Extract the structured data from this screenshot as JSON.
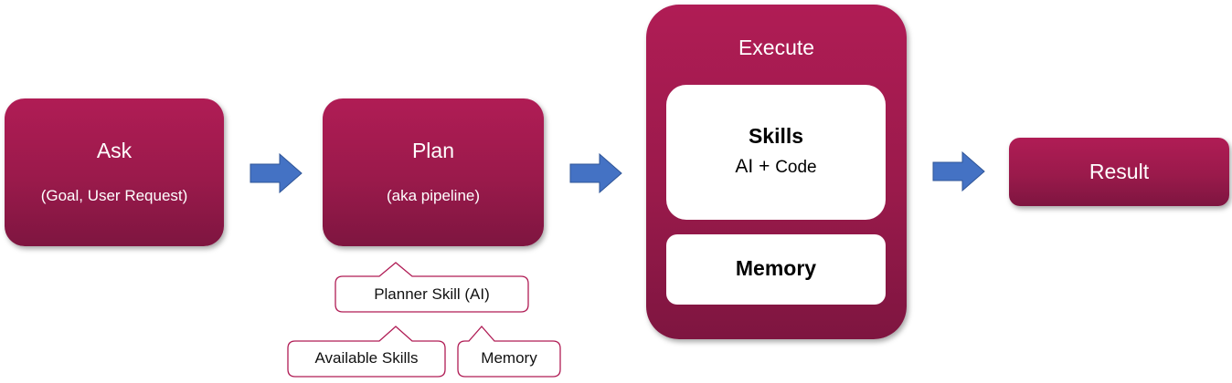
{
  "ask": {
    "title": "Ask",
    "subtitle": "(Goal, User Request)"
  },
  "plan": {
    "title": "Plan",
    "subtitle": "(aka pipeline)"
  },
  "execute": {
    "title": "Execute",
    "skills": {
      "title": "Skills",
      "ai": "AI +",
      "code": "Code"
    },
    "memory": "Memory"
  },
  "result": {
    "title": "Result"
  },
  "callouts": {
    "planner_skill": "Planner Skill (AI)",
    "available_skills": "Available Skills",
    "memory": "Memory"
  },
  "colors": {
    "box": "#a31b50",
    "arrow": "#4472c4",
    "callout_border": "#b01c55"
  }
}
